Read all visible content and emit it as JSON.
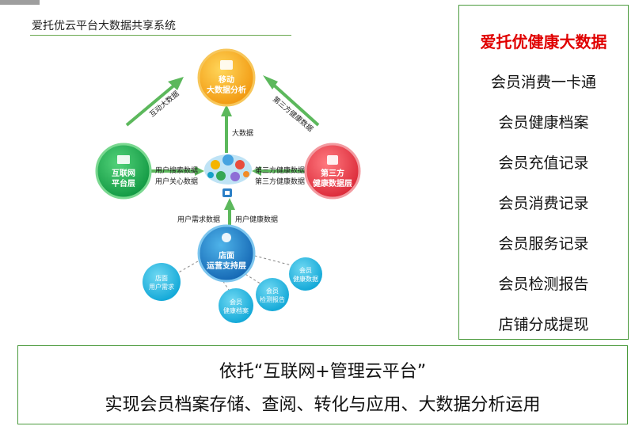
{
  "diagram": {
    "title": "爱托优云平台大数据共享系统",
    "nodes": {
      "mobile": [
        "移动",
        "大数据分析"
      ],
      "internet": [
        "互联网",
        "平台层"
      ],
      "third_party": [
        "第三方",
        "健康数据层"
      ],
      "store": [
        "店面",
        "运营支持层"
      ],
      "store_demand": [
        "店面",
        "用户需求"
      ],
      "member_archive": [
        "会员",
        "健康档案"
      ],
      "member_test": [
        "会员",
        "检测报告"
      ],
      "member_health": [
        "会员",
        "健康数据"
      ]
    },
    "labels": {
      "interact": "互动大数据",
      "third_health": "第三方健康数据",
      "big_data": "大数据",
      "user_search": "用户搜索数据",
      "user_care": "用户关心数据",
      "third_data_1": "第三方健康数据",
      "third_data_2": "第三方健康数据",
      "user_demand": "用户需求数据",
      "user_health": "用户健康数据"
    }
  },
  "panel": {
    "title": "爱托优健康大数据",
    "items": [
      "会员消费一卡通",
      "会员健康档案",
      "会员充值记录",
      "会员消费记录",
      "会员服务记录",
      "会员检测报告",
      "店铺分成提现"
    ]
  },
  "bottom": {
    "line1": "依托“互联网+管理云平台”",
    "line2": "实现会员档案存储、查阅、转化与应用、大数据分析运用"
  }
}
